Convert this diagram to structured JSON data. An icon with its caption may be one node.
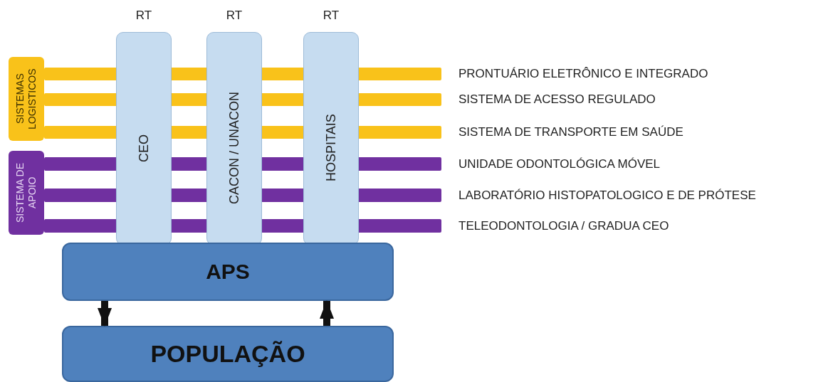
{
  "diagram": {
    "nodes": [
      {
        "text": [
          "RT",
          "CEO"
        ]
      },
      {
        "text": [
          "RT",
          "CACON / UNACON"
        ]
      },
      {
        "text": [
          "RT",
          "HOSPITAIS"
        ]
      },
      {
        "text": [
          "SISTEMAS LOGISTICOS"
        ]
      },
      {
        "text": [],
        "shape": "bar",
        "beside": [
          "PRONTUÁRIO ELETRÔNICO E INTEGRADO"
        ]
      },
      {
        "text": [],
        "shape": "bar",
        "beside": [
          "SISTEMA DE ACESSO REGULADO"
        ]
      },
      {
        "text": [],
        "shape": "bar",
        "beside": [
          "SISTEMA DE TRANSPORTE EM SAÚDE"
        ]
      },
      {
        "text": [
          "SISTEMA DE APOIO"
        ]
      },
      {
        "text": [],
        "shape": "bar",
        "beside": [
          "UNIDADE ODONTOLÓGICA MÓVEL"
        ]
      },
      {
        "text": [],
        "shape": "bar",
        "beside": [
          "LABORATÓRIO HISTOPATOLOGICO E DE PRÓTESE"
        ]
      },
      {
        "text": [],
        "shape": "bar",
        "beside": [
          "TELEODONTOLOGIA / GRADUA CEO"
        ]
      },
      {
        "text": [
          "APS"
        ]
      },
      {
        "text": [
          "POPULAÇÃO"
        ]
      }
    ],
    "edges": [
      {
        "from": 11,
        "to": 12,
        "arrow": "to"
      },
      {
        "from": 12,
        "to": 11,
        "arrow": "to"
      }
    ]
  }
}
